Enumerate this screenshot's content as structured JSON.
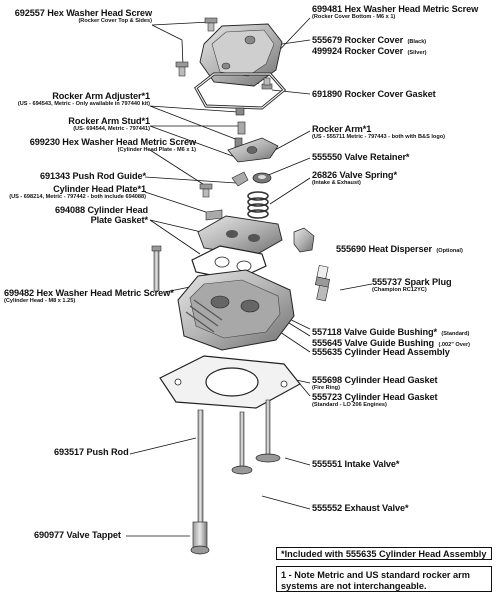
{
  "labels": [
    {
      "id": "hex-screw-692557",
      "main": "692557 Hex Washer Head Screw",
      "sub": "(Rocker Cover Top & Sides)"
    },
    {
      "id": "hex-screw-699481",
      "main": "699481 Hex Washer Head Metric Screw",
      "sub": "(Rocker Cover Bottom - M6 x 1)"
    },
    {
      "id": "rocker-cover-555679",
      "main": "555679 Rocker Cover",
      "sub": "(Black)"
    },
    {
      "id": "rocker-cover-499924",
      "main": "499924 Rocker Cover",
      "sub": "(Silver)"
    },
    {
      "id": "rocker-cover-gasket",
      "main": "691890 Rocker Cover Gasket",
      "sub": ""
    },
    {
      "id": "rocker-arm-adjuster",
      "main": "Rocker Arm Adjuster*1",
      "sub": "(US - 694543, Metric - Only available in 797440 kit)"
    },
    {
      "id": "rocker-arm-stud",
      "main": "Rocker Arm Stud*1",
      "sub": "(US- 694544, Metric - 797441)"
    },
    {
      "id": "rocker-arm",
      "main": "Rocker Arm*1",
      "sub": "(US - 555711 Metric - 797443 - both with B&S logo)"
    },
    {
      "id": "hex-screw-699230",
      "main": "699230 Hex Washer Head Metric Screw",
      "sub": "(Cylinder Head Plate - M6 x 1)"
    },
    {
      "id": "valve-retainer",
      "main": "555550 Valve Retainer*",
      "sub": ""
    },
    {
      "id": "push-rod-guide",
      "main": "691343 Push Rod Guide*",
      "sub": ""
    },
    {
      "id": "valve-spring",
      "main": "26826 Valve Spring*",
      "sub": "(Intake & Exhaust)"
    },
    {
      "id": "cylinder-head-plate",
      "main": "Cylinder Head Plate*1",
      "sub": "(US - 698214, Metric - 797442 - both include 694088)"
    },
    {
      "id": "cylinder-head-plate-gasket-a",
      "main": "694088 Cylinder Head",
      "sub": ""
    },
    {
      "id": "cylinder-head-plate-gasket-b",
      "main": "Plate Gasket*",
      "sub": ""
    },
    {
      "id": "heat-disperser",
      "main": "555690 Heat Disperser",
      "sub": "(Optional)"
    },
    {
      "id": "spark-plug",
      "main": "555737 Spark Plug",
      "sub": "(Champion RC12YC)"
    },
    {
      "id": "hex-screw-699482",
      "main": "699482 Hex Washer Head Metric Screw*",
      "sub": "(Cylinder Head - M8 x 1.25)"
    },
    {
      "id": "valve-guide-bushing-std",
      "main": "557118 Valve Guide Bushing*",
      "sub": "(Standard)"
    },
    {
      "id": "valve-guide-bushing-over",
      "main": "555645 Valve Guide Bushing",
      "sub": "(.002\" Over)"
    },
    {
      "id": "cylinder-head-assembly",
      "main": "555635 Cylinder Head Assembly",
      "sub": ""
    },
    {
      "id": "cylinder-head-gasket-fire",
      "main": "555698 Cylinder Head Gasket",
      "sub": "(Fire Ring)"
    },
    {
      "id": "cylinder-head-gasket-std",
      "main": "555723 Cylinder Head Gasket",
      "sub": "(Standard - LO 206 Engines)"
    },
    {
      "id": "push-rod",
      "main": "693517 Push Rod",
      "sub": ""
    },
    {
      "id": "intake-valve",
      "main": "555551 Intake Valve*",
      "sub": ""
    },
    {
      "id": "exhaust-valve",
      "main": "555552 Exhaust Valve*",
      "sub": ""
    },
    {
      "id": "valve-tappet",
      "main": "690977 Valve Tappet",
      "sub": ""
    }
  ],
  "notes": {
    "included": "*Included with 555635 Cylinder Head Assembly",
    "footnote": "1 - Note Metric and US standard rocker arm systems are not interchangeable."
  },
  "colors": {
    "metal_light": "#c9c9c9",
    "metal_mid": "#9a9a9a",
    "metal_dark": "#555555",
    "line": "#111111"
  }
}
